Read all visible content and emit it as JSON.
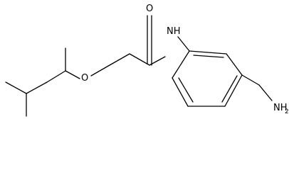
{
  "molecule": {
    "atoms": {
      "oxygen_carbonyl": "O",
      "nitrogen_amide": "NH",
      "oxygen_ether": "O",
      "amine_symbol": "NH",
      "amine_subscript": "2"
    },
    "colors": {
      "bond": "#000000",
      "text": "#000000",
      "background": "#ffffff"
    }
  }
}
